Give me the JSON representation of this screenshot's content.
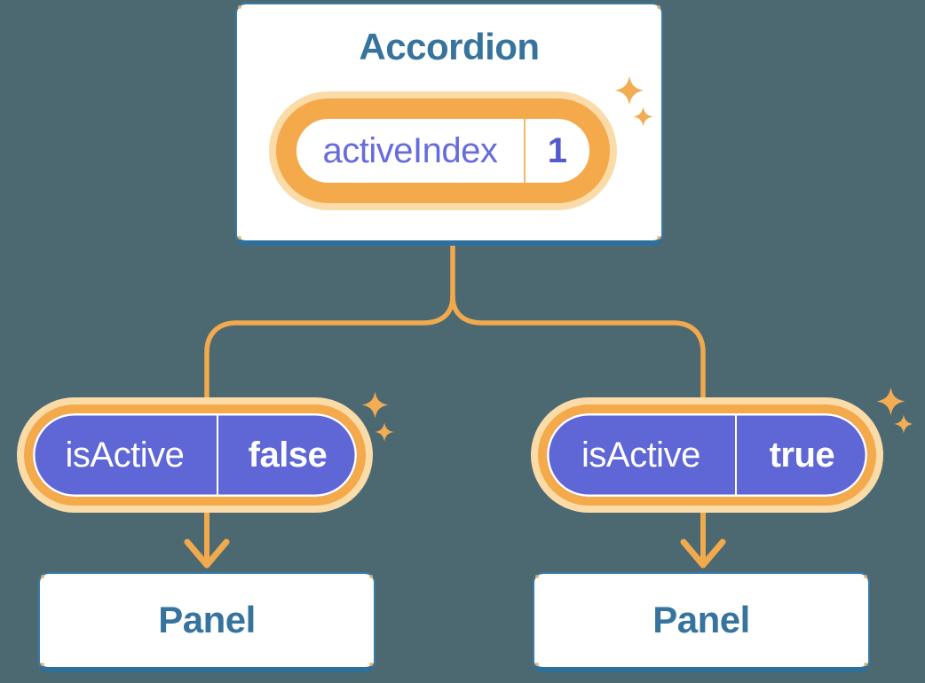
{
  "accordion": {
    "title": "Accordion",
    "state_pill": {
      "name": "activeIndex",
      "value": "1"
    }
  },
  "children": [
    {
      "prop_pill": {
        "name": "isActive",
        "value": "false"
      },
      "panel": {
        "title": "Panel"
      }
    },
    {
      "prop_pill": {
        "name": "isActive",
        "value": "true"
      },
      "panel": {
        "title": "Panel"
      }
    }
  ],
  "colors": {
    "background": "#4C6972",
    "card_border": "#3A7AA6",
    "card_border_bottom": "#2E6F9E",
    "heading_text": "#36749D",
    "pill_ring_orange": "#F4A94B",
    "pill_glow": "#FBDCA9",
    "pill_fill_purple": "#5F66D5",
    "pill_text_purple": "#666CDB",
    "connector_orange": "#F1A94E",
    "sparkle_orange": "#F3AC54"
  }
}
